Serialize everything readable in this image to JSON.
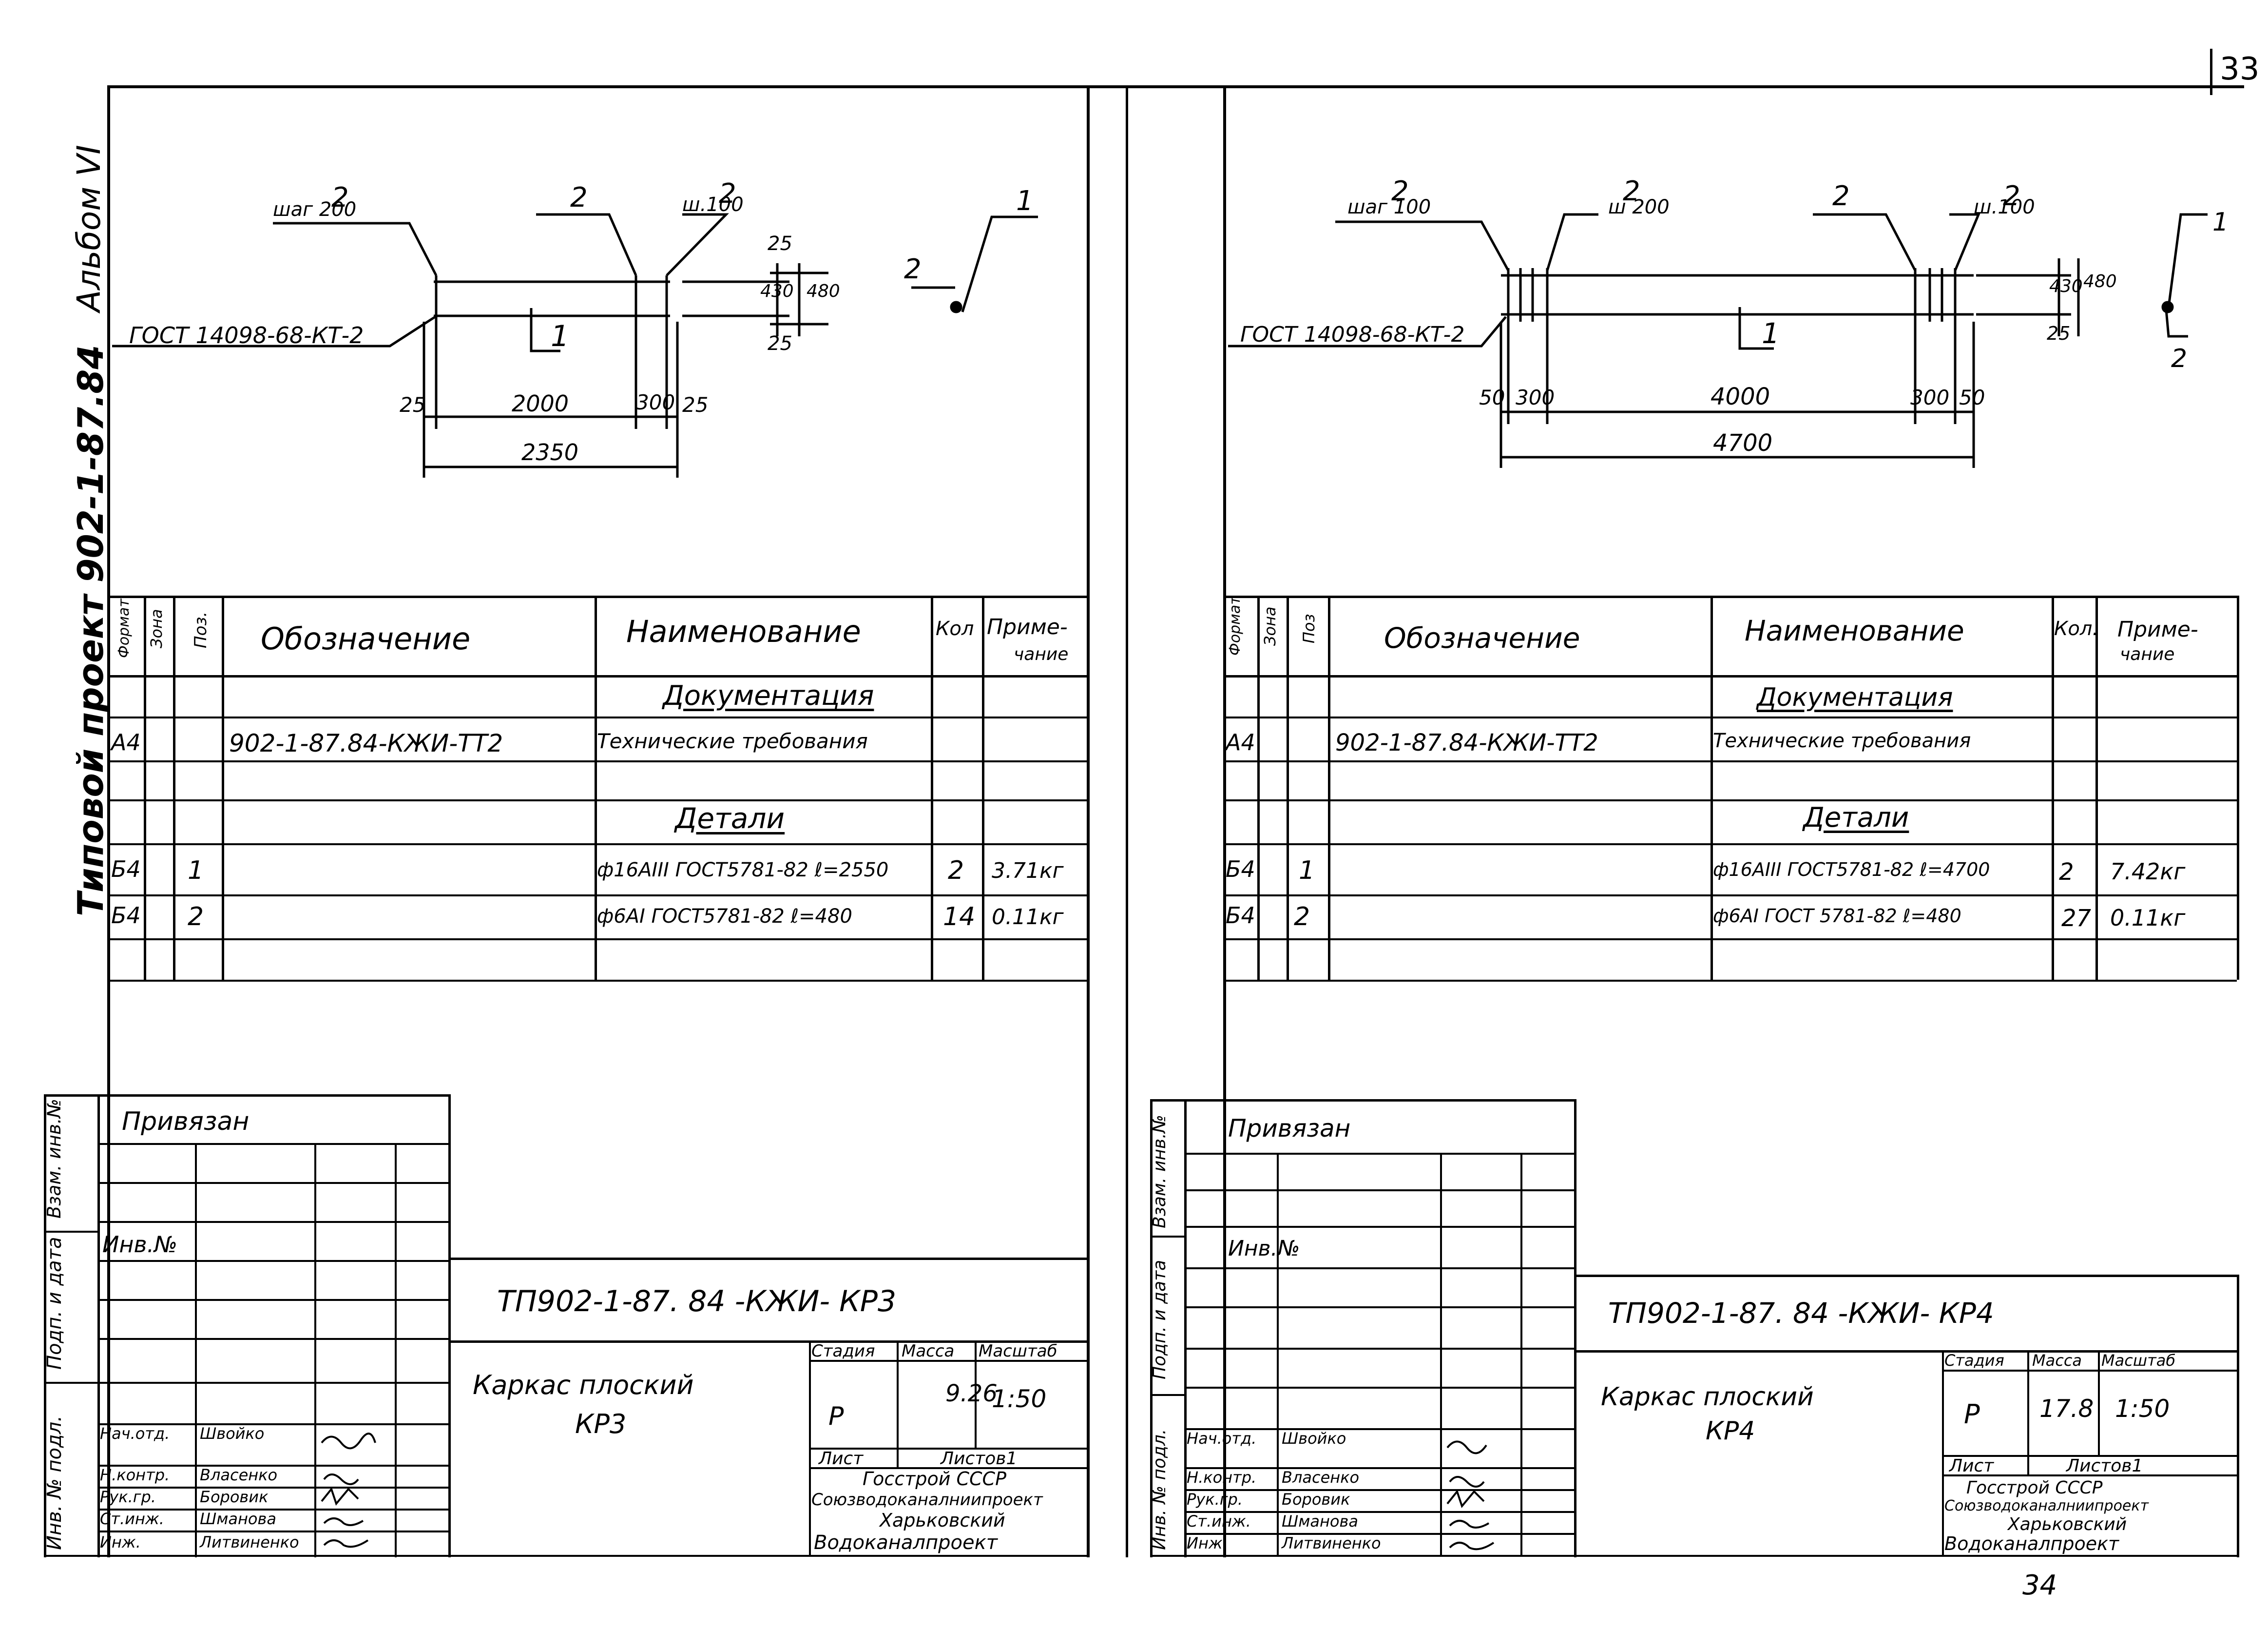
{
  "page_number_top": "33",
  "page_number_bottom": "34",
  "margin": {
    "album": "Альбом VI",
    "project": "Типовой проект 902-1-87.84"
  },
  "sheets": [
    {
      "drawing": {
        "lbl_step": "шаг 200",
        "lbl_step2": "ш.100",
        "lbl_gost": "ГОСТ 14098-68-КТ-2",
        "pos1": "1",
        "pos2": "2",
        "dims": {
          "d25a": "25",
          "d2000": "2000",
          "d300": "300",
          "d25b": "25",
          "d2350": "2350",
          "d25v": "25",
          "d430": "430",
          "d480": "480",
          "d25w": "25"
        }
      },
      "spec": {
        "head": {
          "format": "Формат",
          "zone": "Зона",
          "pos": "Поз.",
          "designation": "Обозначение",
          "name": "Наименование",
          "qty": "Кол",
          "note1": "Приме-",
          "note2": "чание"
        },
        "section_doc": "Документация",
        "doc_row": {
          "format": "А4",
          "designation": "902-1-87.84-КЖИ-ТТ2",
          "name": "Технические требования"
        },
        "section_parts": "Детали",
        "rows": [
          {
            "format": "Б4",
            "pos": "1",
            "name": "ф16АIII ГОСТ5781-82 ℓ=2550",
            "qty": "2",
            "note": "3.71кг"
          },
          {
            "format": "Б4",
            "pos": "2",
            "name": "ф6АI ГОСТ5781-82 ℓ=480",
            "qty": "14",
            "note": "0.11кг"
          }
        ]
      },
      "stamp": {
        "privyazan": "Привязан",
        "inv": "Инв.№",
        "side": [
          "Взам. инв.№",
          "Подп. и дата",
          "Инв. № подл."
        ],
        "code": "ТП902-1-87. 84    -КЖИ- КР3",
        "title1": "Каркас плоский",
        "title2": "КР3",
        "h_stage": "Стадия",
        "h_mass": "Масса",
        "h_scale": "Масштаб",
        "stage": "Р",
        "mass": "9.26",
        "scale": "1:50",
        "sheet": "Лист",
        "sheets": "Листов1",
        "org1": "Госстрой СССР",
        "org2": "Союзводоканалниипроект",
        "org3": "Харьковский",
        "org4": "Водоканалпроект",
        "people": [
          [
            "Нач.отд.",
            "Швойко"
          ],
          [
            "Н.контр.",
            "Власенко"
          ],
          [
            "Рук.гр.",
            "Боровик"
          ],
          [
            "Ст.инж.",
            "Шманова"
          ],
          [
            "Инж.",
            "Литвиненко"
          ]
        ]
      }
    },
    {
      "drawing": {
        "lbl_step": "шаг 100",
        "lbl_step2": "ш 200",
        "lbl_step3": "ш.100",
        "lbl_gost": "ГОСТ 14098-68-КТ-2",
        "pos1": "1",
        "pos2": "2",
        "dims": {
          "d50a": "50",
          "d300a": "300",
          "d4000": "4000",
          "d300b": "300",
          "d50b": "50",
          "d4700": "4700",
          "d25v": "25",
          "d430": "430",
          "d480": "480"
        }
      },
      "spec": {
        "head": {
          "format": "Формат",
          "zone": "Зона",
          "pos": "Поз",
          "designation": "Обозначение",
          "name": "Наименование",
          "qty": "Кол.",
          "note1": "Приме-",
          "note2": "чание"
        },
        "section_doc": "Документация",
        "doc_row": {
          "format": "А4",
          "designation": "902-1-87.84-КЖИ-ТТ2",
          "name": "Технические требования"
        },
        "section_parts": "Детали",
        "rows": [
          {
            "format": "Б4",
            "pos": "1",
            "name": "ф16АIII ГОСТ5781-82 ℓ=4700",
            "qty": "2",
            "note": "7.42кг"
          },
          {
            "format": "Б4",
            "pos": "2",
            "name": "ф6АI ГОСТ 5781-82 ℓ=480",
            "qty": "27",
            "note": "0.11кг"
          }
        ]
      },
      "stamp": {
        "privyazan": "Привязан",
        "inv": "Инв.№",
        "side": [
          "Взам. инв.№",
          "Подп. и дата",
          "Инв. № подл."
        ],
        "code": "ТП902-1-87. 84    -КЖИ- КР4",
        "title1": "Каркас плоский",
        "title2": "КР4",
        "h_stage": "Стадия",
        "h_mass": "Масса",
        "h_scale": "Масштаб",
        "stage": "Р",
        "mass": "17.8",
        "scale": "1:50",
        "sheet": "Лист",
        "sheets": "Листов1",
        "org1": "Госстрой СССР",
        "org2": "Союзводоканалниипроект",
        "org3": "Харьковский",
        "org4": "Водоканалпроект",
        "people": [
          [
            "Нач.отд.",
            "Швойко"
          ],
          [
            "Н.контр.",
            "Власенко"
          ],
          [
            "Рук.гр.",
            "Боровик"
          ],
          [
            "Ст.инж.",
            "Шманова"
          ],
          [
            "Инж.",
            "Литвиненко"
          ]
        ]
      }
    }
  ]
}
